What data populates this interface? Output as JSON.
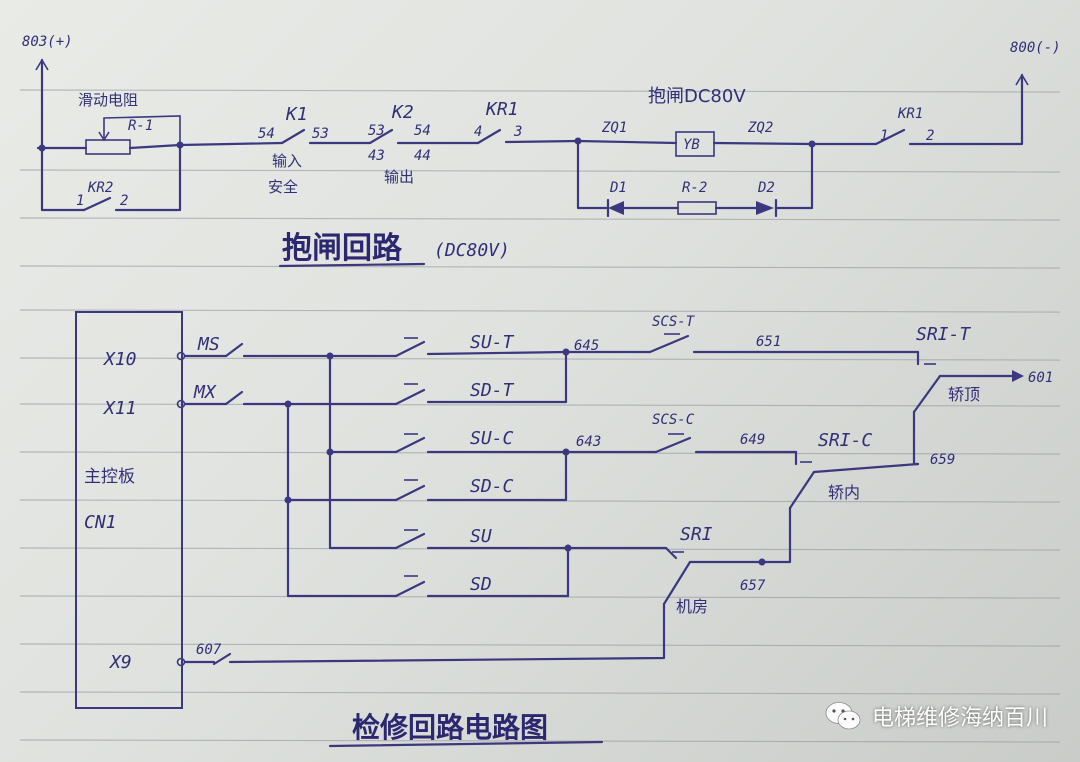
{
  "brake_circuit": {
    "pos_terminal": "803(+)",
    "neg_terminal": "800(-)",
    "resistor_label": "滑动电阻",
    "r1": "R-1",
    "kr2": "KR2",
    "kr2_p1": "1",
    "kr2_p2": "2",
    "k1": "K1",
    "k1_p1": "54",
    "k1_p2": "53",
    "k1_note1": "输入",
    "k1_note2": "安全",
    "k2": "K2",
    "k2_p1": "53",
    "k2_p2": "54",
    "k2_p3": "43",
    "k2_p4": "44",
    "k2_note": "输出",
    "kr1": "KR1",
    "kr1_p1": "4",
    "kr1_p2": "3",
    "brake_label": "抱闸DC80V",
    "zq1": "ZQ1",
    "yb": "YB",
    "zq2": "ZQ2",
    "d1": "D1",
    "r2": "R-2",
    "d2": "D2",
    "kr1b": "KR1",
    "kr1b_p1": "1",
    "kr1b_p2": "2",
    "title": "抱闸回路",
    "title_note": "(DC80V)"
  },
  "inspection_circuit": {
    "x10": "X10",
    "x11": "X11",
    "x9": "X9",
    "board1": "主控板",
    "board2": "CN1",
    "ms": "MS",
    "mx": "MX",
    "w607": "607",
    "su_t": "SU-T",
    "sd_t": "SD-T",
    "su_c": "SU-C",
    "sd_c": "SD-C",
    "su": "SU",
    "sd": "SD",
    "w645": "645",
    "w643": "643",
    "scs_t": "SCS-T",
    "scs_c": "SCS-C",
    "w651": "651",
    "w649": "649",
    "sri_t": "SRI-T",
    "sri_c": "SRI-C",
    "sri": "SRI",
    "w601": "601",
    "w659": "659",
    "w657": "657",
    "car_top": "轿顶",
    "car_in": "轿内",
    "machine_room": "机房",
    "title": "检修回路电路图"
  },
  "watermark": {
    "text": "电梯维修海纳百川",
    "icon": "wechat-icon"
  }
}
